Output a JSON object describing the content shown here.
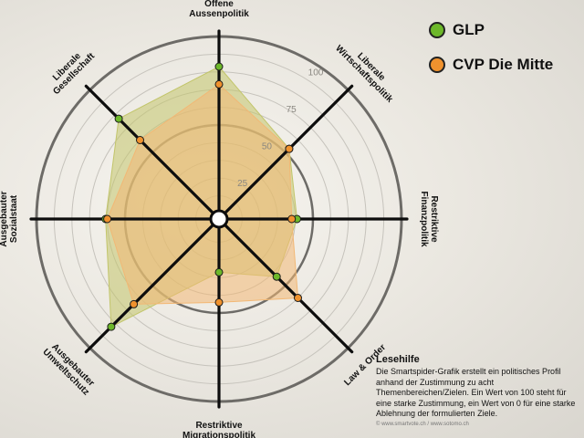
{
  "chart_data": {
    "type": "radar",
    "axes": [
      "Offene Aussenpolitik",
      "Liberale Wirtschaftspolitik",
      "Restriktive Finanzpolitik",
      "Law & Order",
      "Restriktive Migrationspolitik",
      "Ausgebauter Umweltschutz",
      "Ausgebauter Sozialstaat",
      "Liberale Gesellschaft"
    ],
    "axis_label_lines": [
      [
        "Offene",
        "Aussenpolitik"
      ],
      [
        "Liberale",
        "Wirtschaftspolitik"
      ],
      [
        "Restriktive",
        "Finanzpolitik"
      ],
      [
        "Law & Order"
      ],
      [
        "Restriktive",
        "Migrationspolitik"
      ],
      [
        "Ausgebauter",
        "Umweltschutz"
      ],
      [
        "Ausgebauter",
        "Sozialstaat"
      ],
      [
        "Liberale",
        "Gesellschaft"
      ]
    ],
    "rlim": [
      0,
      100
    ],
    "ticks": [
      25,
      50,
      75,
      100
    ],
    "series": [
      {
        "name": "GLP",
        "color": "#6db82a",
        "fill": "#c2c56a",
        "values": [
          83,
          53,
          41,
          43,
          27,
          83,
          61,
          77
        ]
      },
      {
        "name": "CVP Die Mitte",
        "color": "#f0922e",
        "fill": "#f2b875",
        "values": [
          73,
          53,
          38,
          60,
          44,
          65,
          60,
          60
        ]
      }
    ]
  },
  "legend": {
    "glp": "GLP",
    "cvp": "CVP Die Mitte"
  },
  "help": {
    "title": "Lesehilfe",
    "text": "Die Smartspider-Grafik erstellt ein politisches Profil anhand der Zustimmung zu acht Themenbereichen/Zielen. Ein Wert von 100 steht für eine starke Zustimmung, ein Wert von 0 für eine starke Ablehnung der formulierten Ziele.",
    "url": "© www.smartvote.ch / www.sotomo.ch"
  }
}
